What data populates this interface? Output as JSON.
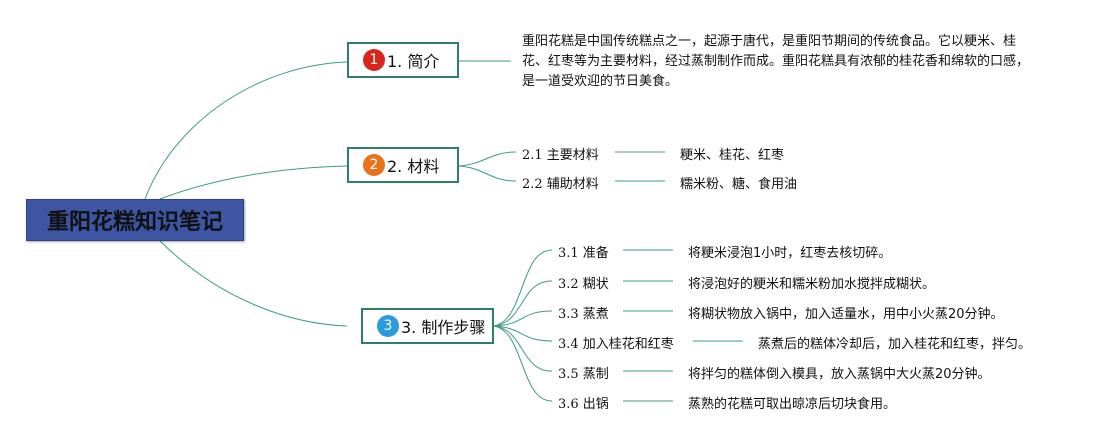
{
  "root": {
    "title": "重阳花糕知识笔记"
  },
  "branches": [
    {
      "badge": "1",
      "badge_color": "#d9261c",
      "label": "1. 简介",
      "description": "重阳花糕是中国传统糕点之一，起源于唐代，是重阳节期间的传统食品。它以粳米、桂花、红枣等为主要材料，经过蒸制制作而成。重阳花糕具有浓郁的桂花香和绵软的口感，是一道受欢迎的节日美食。"
    },
    {
      "badge": "2",
      "badge_color": "#e8731c",
      "label": "2. 材料",
      "items": [
        {
          "label": "2.1 主要材料",
          "value": "粳米、桂花、红枣"
        },
        {
          "label": "2.2 辅助材料",
          "value": "糯米粉、糖、食用油"
        }
      ]
    },
    {
      "badge": "3",
      "badge_color": "#2a9bdc",
      "label": "3. 制作步骤",
      "items": [
        {
          "label": "3.1 准备",
          "value": "将粳米浸泡1小时，红枣去核切碎。"
        },
        {
          "label": "3.2 糊状",
          "value": "将浸泡好的粳米和糯米粉加水搅拌成糊状。"
        },
        {
          "label": "3.3 蒸煮",
          "value": "将糊状物放入锅中，加入适量水，用中小火蒸20分钟。"
        },
        {
          "label": "3.4 加入桂花和红枣",
          "value": "蒸煮后的糕体冷却后，加入桂花和红枣，拌匀。"
        },
        {
          "label": "3.5 蒸制",
          "value": "将拌匀的糕体倒入模具，放入蒸锅中大火蒸20分钟。"
        },
        {
          "label": "3.6 出锅",
          "value": "蒸熟的花糕可取出晾凉后切块食用。"
        }
      ]
    }
  ]
}
